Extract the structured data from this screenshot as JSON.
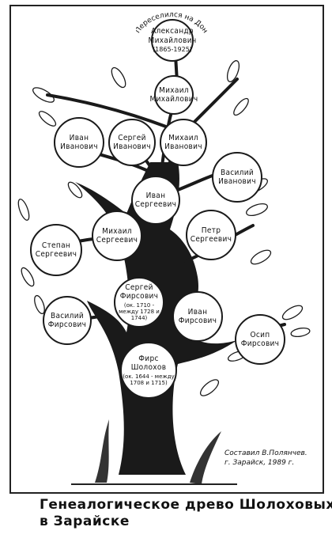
{
  "top_label": "Переселился на Дон",
  "persons": [
    {
      "id": "aleksandr",
      "name": "Александр Михайлович",
      "dates": "(1865-1925)"
    },
    {
      "id": "mikhail-mikhailovich",
      "name": "Михаил Михайлович",
      "dates": ""
    },
    {
      "id": "ivan-ivanovich",
      "name": "Иван Иванович",
      "dates": ""
    },
    {
      "id": "sergey-ivanovich",
      "name": "Сергей Иванович",
      "dates": ""
    },
    {
      "id": "mikhail-ivanovich",
      "name": "Михаил Иванович",
      "dates": ""
    },
    {
      "id": "vasiliy-ivanovich",
      "name": "Василий Иванович",
      "dates": ""
    },
    {
      "id": "ivan-sergeevich",
      "name": "Иван Сергеевич",
      "dates": ""
    },
    {
      "id": "stepan-sergeevich",
      "name": "Степан Сергеевич",
      "dates": ""
    },
    {
      "id": "mikhail-sergeevich",
      "name": "Михаил Сергеевич",
      "dates": ""
    },
    {
      "id": "petr-sergeevich",
      "name": "Петр Сергеевич",
      "dates": ""
    },
    {
      "id": "sergey-firsovich",
      "name": "Сергей Фирсович",
      "dates": "(ок. 1710 - между 1728 и 1744)"
    },
    {
      "id": "vasiliy-firsovich",
      "name": "Василий Фирсович",
      "dates": ""
    },
    {
      "id": "ivan-firsovich",
      "name": "Иван Фирсович",
      "dates": ""
    },
    {
      "id": "osip-firsovich",
      "name": "Осип Фирсович",
      "dates": ""
    },
    {
      "id": "firs-sholokhov",
      "name": "Фирс Шолохов",
      "dates": "(ок. 1644 - между 1708 и 1715)"
    }
  ],
  "credit": {
    "line1": "Составил В.Полянчев.",
    "line2": "г. Зарайск, 1989 г."
  },
  "title": {
    "line1": "Генеалогическое древо Шолоховых",
    "line2": "в Зарайске"
  }
}
